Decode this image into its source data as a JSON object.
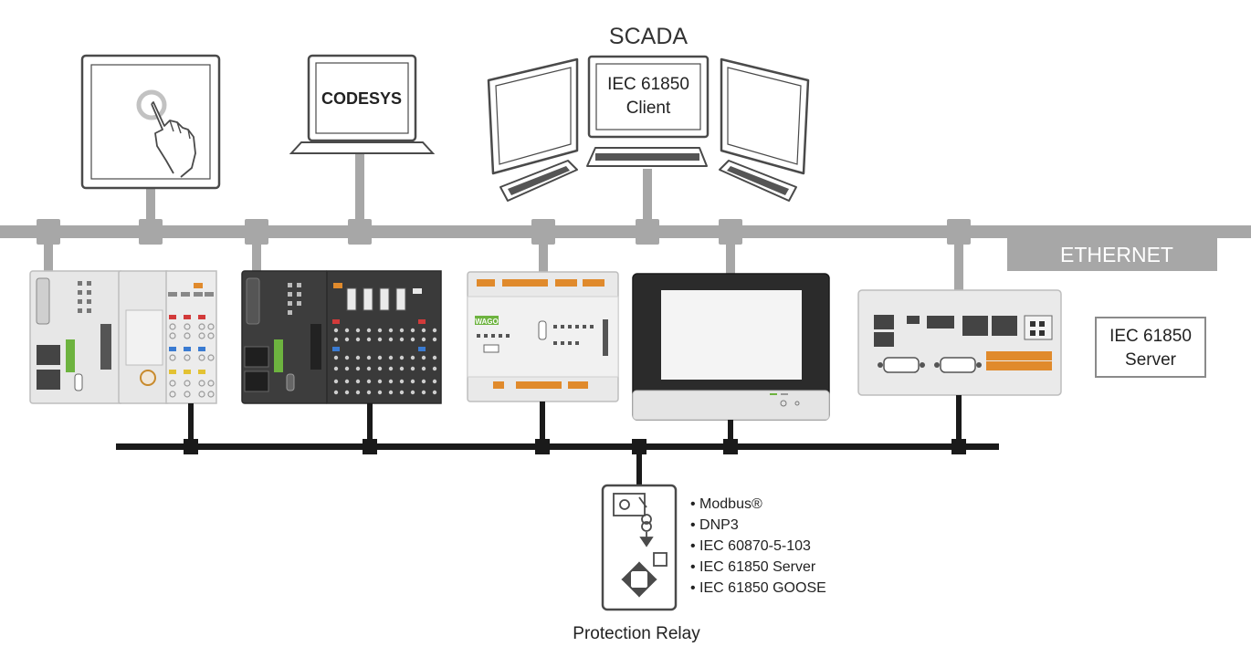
{
  "labels": {
    "scada": "SCADA",
    "codesys": "CODESYS",
    "iec_client_line1": "IEC 61850",
    "iec_client_line2": "Client",
    "ethernet": "ETHERNET",
    "iec_server_line1": "IEC 61850",
    "iec_server_line2": "Server",
    "protection_relay": "Protection Relay",
    "brand": "WAGO"
  },
  "protocols": [
    "• Modbus®",
    "• DNP3",
    "• IEC 60870-5-103",
    "• IEC 61850 Server",
    "• IEC 61850 GOOSE"
  ],
  "colors": {
    "ethernet_bus": "#a7a7a7",
    "field_bus": "#1a1a1a",
    "outline": "#4a4a4a",
    "device_body": "#e6e6e6",
    "device_dark": "#3a3a3a",
    "wago_green": "#6db33f",
    "terminal_orange": "#e08a2c",
    "text": "#333333"
  },
  "icons": {
    "touch_panel": "touch-hand-icon",
    "laptop": "laptop-icon",
    "monitor": "monitor-icon",
    "keyboard": "keyboard-icon",
    "relay_switch": "relay-switch-icon",
    "relay_nav": "nav-arrows-icon"
  }
}
